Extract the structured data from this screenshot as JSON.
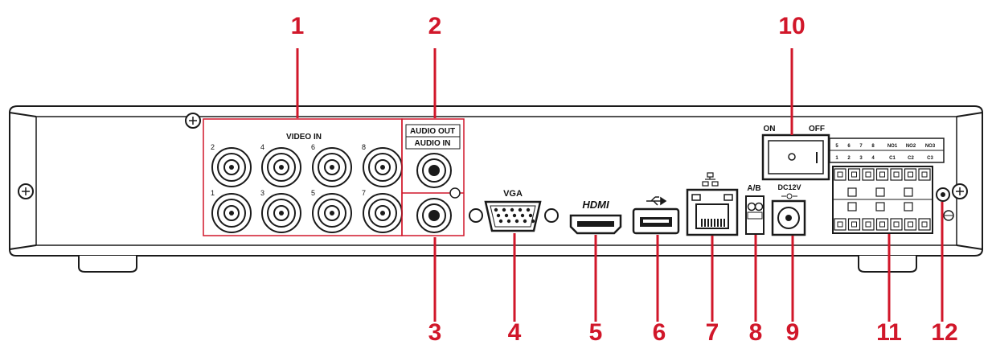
{
  "callouts": {
    "c1": "1",
    "c2": "2",
    "c3": "3",
    "c4": "4",
    "c5": "5",
    "c6": "6",
    "c7": "7",
    "c8": "8",
    "c9": "9",
    "c10": "10",
    "c11": "11",
    "c12": "12"
  },
  "labels": {
    "video_in": "VIDEO IN",
    "audio_out": "AUDIO OUT",
    "audio_in": "AUDIO IN",
    "vga": "VGA",
    "hdmi": "HDMI",
    "ab": "A/B",
    "dc12v": "DC12V",
    "on": "ON",
    "off": "OFF"
  },
  "bnc_numbers": {
    "top": [
      "2",
      "4",
      "6",
      "8"
    ],
    "bottom": [
      "1",
      "3",
      "5",
      "7"
    ]
  },
  "terminal_labels": {
    "top": [
      "5",
      "6",
      "7",
      "8",
      "NO1",
      "NO2",
      "NO3"
    ],
    "bottom": [
      "1",
      "2",
      "3",
      "4",
      "C1",
      "C2",
      "C3"
    ]
  },
  "colors": {
    "callout": "#d1172a",
    "outline": "#1a1a1a"
  }
}
